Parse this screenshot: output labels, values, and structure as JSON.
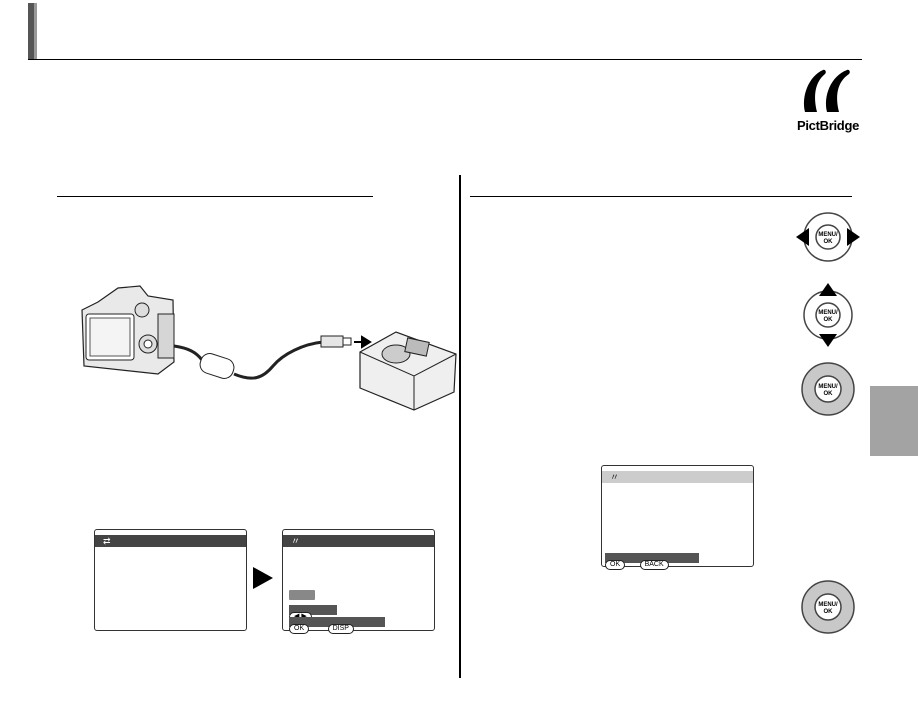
{
  "logo": {
    "text": "PictBridge",
    "icon": "pictbridge-logo-icon"
  },
  "screens": {
    "usb_screen": {
      "icon": "usb-icon"
    },
    "pictbridge_screen": {
      "icon": "pictbridge-icon",
      "arrows_label": "◀ ▶",
      "ok_label": "OK",
      "disp_label": "DISP"
    },
    "confirm_screen": {
      "icon": "pictbridge-icon",
      "ok_label": "OK",
      "back_label": "BACK"
    }
  },
  "controller": {
    "center_label_top": "MENU/",
    "center_label_bottom": "OK"
  },
  "colors": {
    "tab": "#a3a3a3",
    "rule": "#000000",
    "header_bar": "#555555"
  }
}
